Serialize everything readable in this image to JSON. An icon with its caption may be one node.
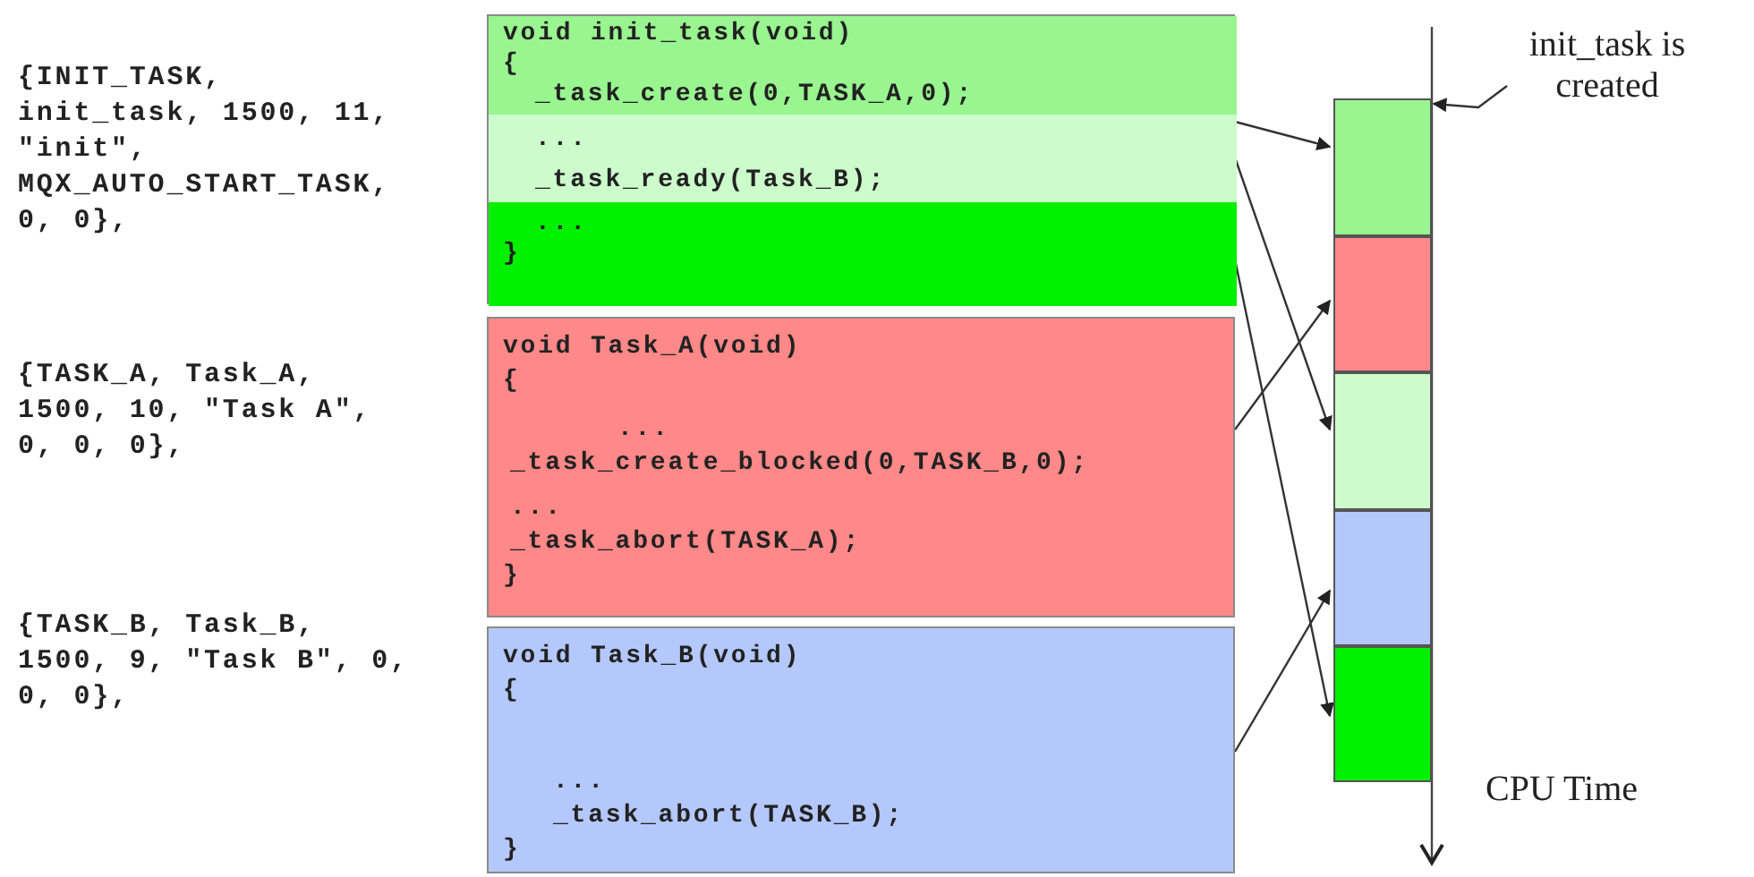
{
  "diagram": {
    "nodes": [
      {
        "text": [],
        "shape": "box"
      },
      {
        "text": [
          "void init_task(void)",
          "{",
          "_task_create(0,TASK_A,0);"
        ],
        "in": 0
      },
      {
        "text": [
          "...",
          "_task_ready(Task_B);"
        ],
        "in": 0
      },
      {
        "text": [
          "...",
          "}"
        ],
        "in": 0
      },
      {
        "text": [
          "void Task_A(void)",
          "{",
          "...",
          "_task_create_blocked(0,TASK_B,0);",
          "...",
          "_task_abort(TASK_A);",
          "}"
        ]
      },
      {
        "text": [
          "void Task_B(void)",
          "{",
          "...",
          "_task_abort(TASK_B);",
          "}"
        ]
      },
      {
        "text": [],
        "shape": "box"
      },
      {
        "text": [],
        "shape": "box"
      },
      {
        "text": [],
        "shape": "box"
      },
      {
        "text": [],
        "shape": "box"
      },
      {
        "text": [],
        "shape": "box"
      },
      {
        "text": [
          "init_task is created"
        ]
      }
    ],
    "edges": [
      {
        "from": 1,
        "to": 6,
        "arrow": "to"
      },
      {
        "from": 2,
        "to": 8,
        "arrow": "to"
      },
      {
        "from": 3,
        "to": 10,
        "arrow": "to"
      },
      {
        "from": 4,
        "to": 7,
        "arrow": "to"
      },
      {
        "from": 5,
        "to": 9,
        "arrow": "to"
      },
      {
        "from": 11,
        "to": 6,
        "arrow": "to"
      }
    ],
    "labels": [
      "{INIT_TASK, init_task, 1500, 11, \"init\", MQX_AUTO_START_TASK, 0, 0},",
      "{TASK_A, Task_A, 1500, 10, \"Task A\", 0, 0, 0},",
      "{TASK_B, Task_B, 1500, 9, \"Task B\", 0, 0, 0},",
      "CPU Time"
    ]
  }
}
